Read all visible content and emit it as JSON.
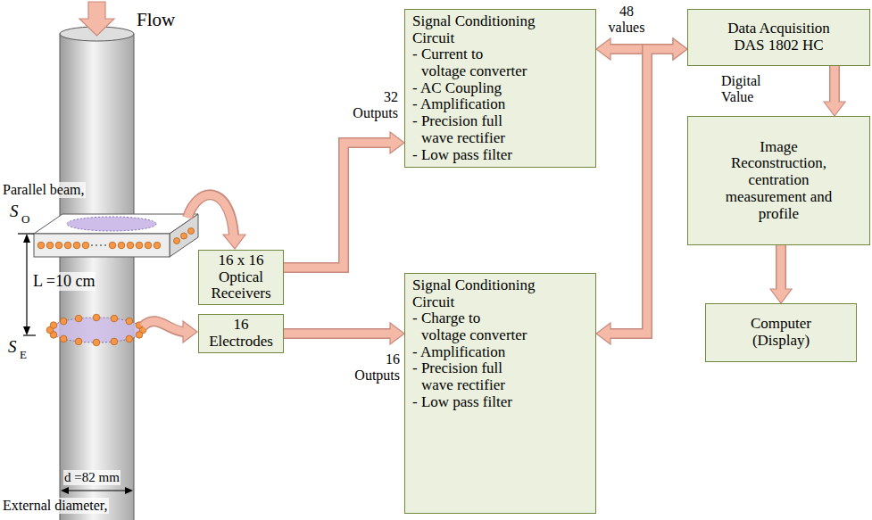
{
  "diagram": {
    "nodes": [
      {
        "text": [
          "16 x 16 Optical Receivers"
        ]
      },
      {
        "text": [
          "Signal Conditioning Circuit",
          "- Current to voltage converter",
          "- AC Coupling",
          "- Amplification",
          "- Precision full wave rectifier",
          "- Low pass filter"
        ]
      },
      {
        "text": [
          "16 Electrodes"
        ]
      },
      {
        "text": [
          "Signal Conditioning Circuit",
          "- Charge to voltage converter",
          "- Amplification",
          "- Precision full wave rectifier",
          "- Low pass filter"
        ]
      },
      {
        "text": [
          "Data Acquisition DAS 1802 HC"
        ]
      },
      {
        "text": [
          "Image Reconstruction, centration measurement and profile"
        ]
      },
      {
        "text": [
          "Computer (Display)"
        ]
      }
    ],
    "edges": [
      {
        "from": 0,
        "to": 1,
        "arrow": "to",
        "label": "32 Outputs"
      },
      {
        "from": 2,
        "to": 3,
        "arrow": "to",
        "label": "16 Outputs"
      },
      {
        "from": 1,
        "to": 4,
        "arrow": "both",
        "label": "48 values"
      },
      {
        "from": 3,
        "to": 4,
        "arrow": "both"
      },
      {
        "from": 4,
        "to": 5,
        "arrow": "to",
        "label": "Digital Value"
      },
      {
        "from": 5,
        "to": 6,
        "arrow": "to"
      }
    ],
    "labels": [
      "Flow",
      "Parallel beam,",
      "S",
      "O",
      "L =10 cm",
      "S",
      "E",
      "External diameter,",
      "d =82 mm"
    ]
  }
}
